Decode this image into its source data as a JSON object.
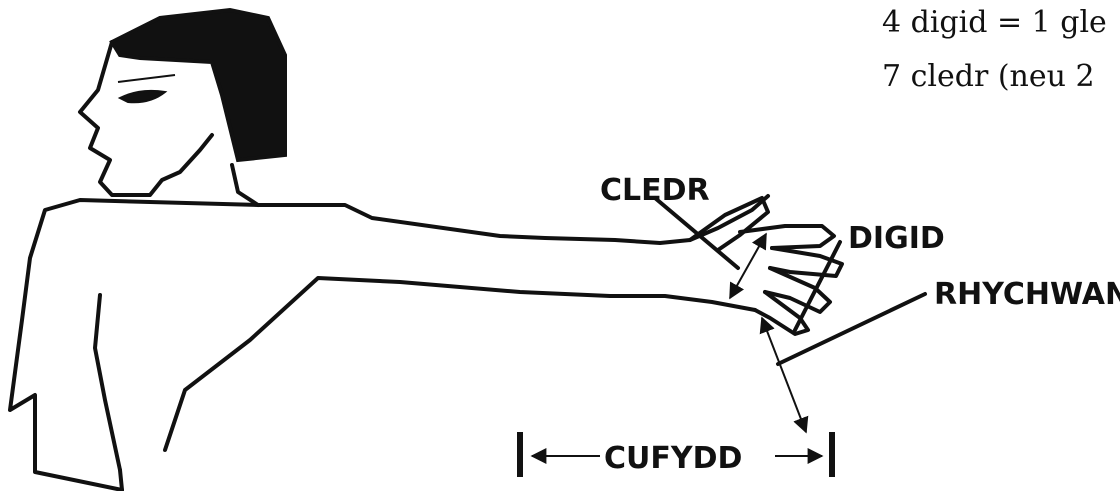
{
  "notes": {
    "line1": "4 digid = 1 gle",
    "line2": "7 cledr (neu 2"
  },
  "labels": {
    "cledr": "CLEDR",
    "digid": "DIGID",
    "rhychwant": "RHYCHWANT",
    "cufydd": "CUFYDD"
  }
}
